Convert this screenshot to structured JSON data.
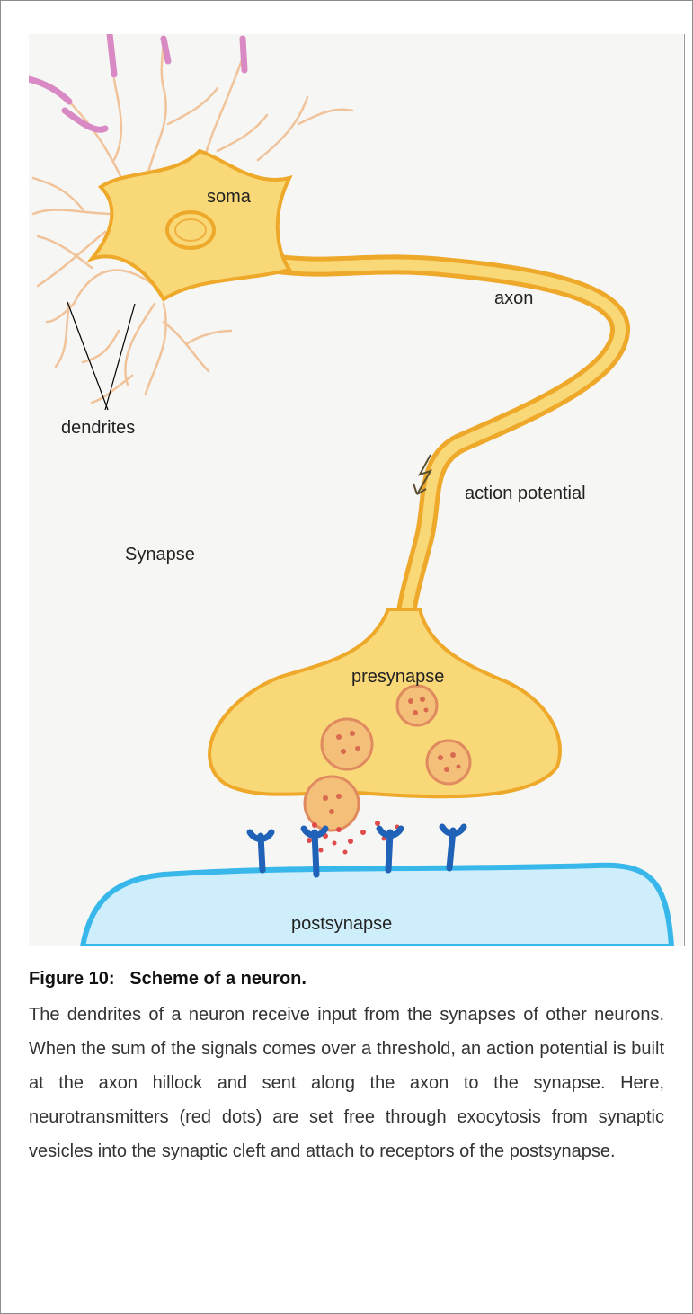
{
  "figure": {
    "labels": {
      "soma": "soma",
      "axon": "axon",
      "dendrites": "dendrites",
      "action_potential": "action potential",
      "synapse": "Synapse",
      "presynapse": "presynapse",
      "postsynapse": "postsynapse"
    },
    "colors": {
      "neuron_fill": "#f9d877",
      "neuron_edge": "#eea82a",
      "dendrite": "#f0c39a",
      "pink_tips": "#d98ac4",
      "vesicle": "#e08a60",
      "vesicle_fill": "#f4bf78",
      "transmitter": "#e04a4a",
      "receptor": "#1f62b8",
      "postsynapse_edge": "#38b7ea",
      "postsynapse_fill": "#cfeefb",
      "pointer_lines": "#000000"
    }
  },
  "caption": {
    "title": "Figure 10:   Scheme of a neuron.",
    "body": "The dendrites of a neuron receive input from the synapses of other neurons. When the sum of the signals comes over a threshold, an action potential is built at the axon hillock and sent along the axon to the synapse. Here, neurotransmitters (red dots) are set free through exocytosis from synaptic vesicles into the synaptic cleft and attach to receptors of the postsynapse."
  }
}
